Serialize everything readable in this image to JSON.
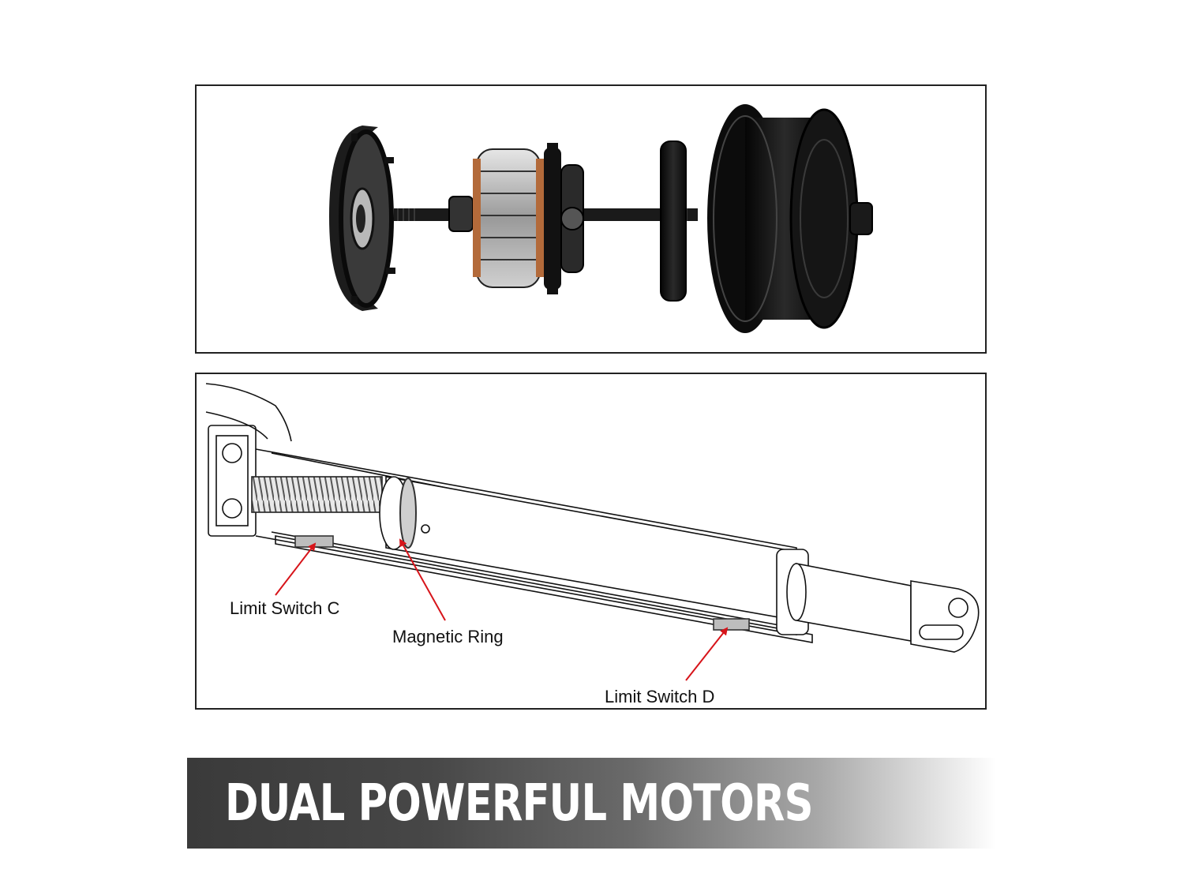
{
  "callouts": {
    "limit_switch_c": "Limit Switch C",
    "magnetic_ring": "Magnetic Ring",
    "limit_switch_d": "Limit Switch D"
  },
  "banner": {
    "title": "DUAL POWERFUL MOTORS"
  },
  "colors": {
    "arrow": "#d7141a",
    "banner_dark": "#3a3a3a",
    "banner_light": "#ffffff",
    "border": "#222222"
  }
}
